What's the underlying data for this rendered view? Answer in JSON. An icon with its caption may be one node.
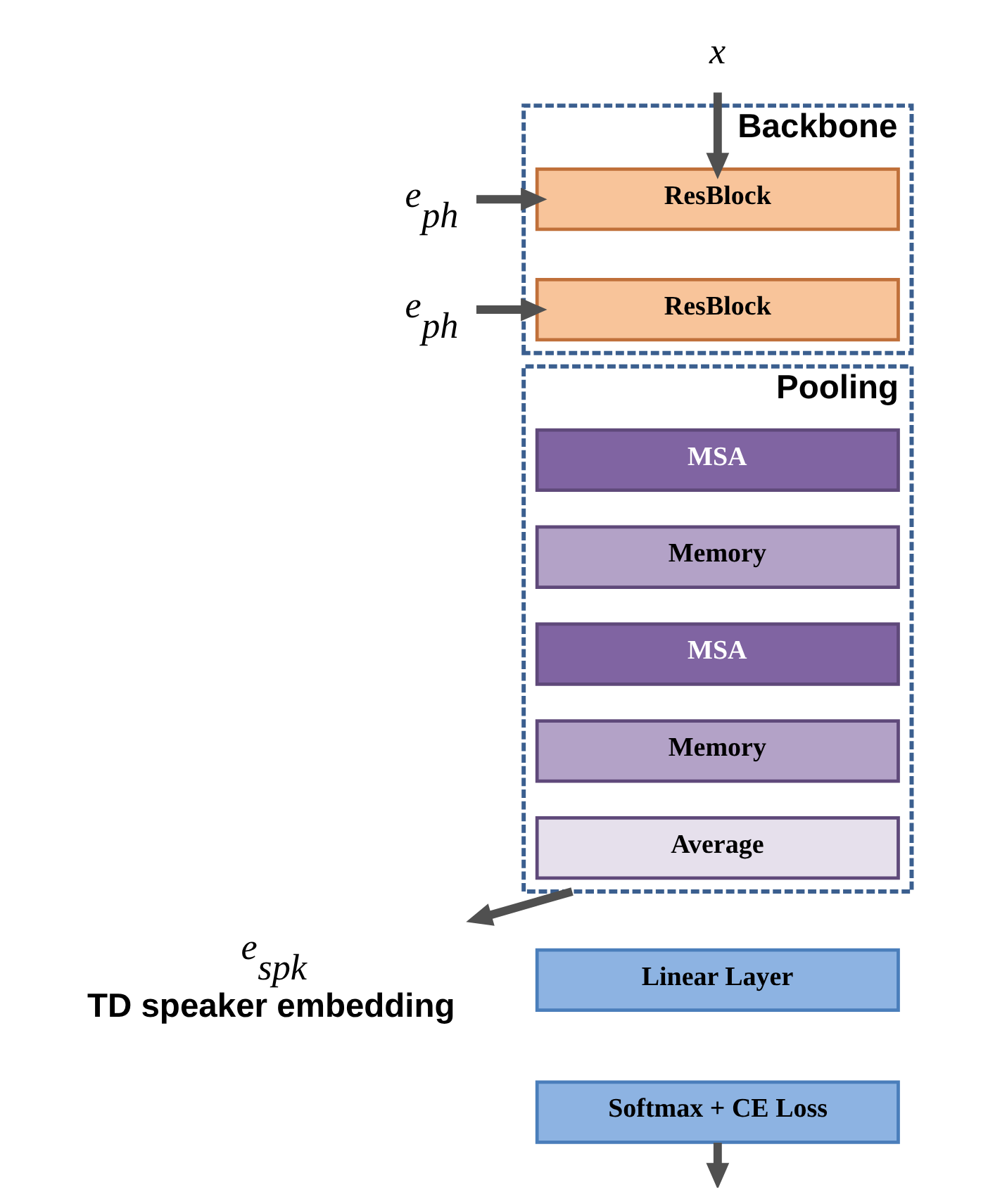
{
  "diagram": {
    "nodes": [
      {
        "text": [
          "Backbone"
        ]
      },
      {
        "text": [
          "ResBlock"
        ],
        "in": 0
      },
      {
        "text": [
          "ResBlock"
        ],
        "in": 0
      },
      {
        "text": [
          "Pooling"
        ]
      },
      {
        "text": [
          "MSA"
        ],
        "in": 3
      },
      {
        "text": [
          "Memory"
        ],
        "in": 3
      },
      {
        "text": [
          "MSA"
        ],
        "in": 3
      },
      {
        "text": [
          "Memory"
        ],
        "in": 3
      },
      {
        "text": [
          "Average"
        ],
        "in": 3
      },
      {
        "text": [
          "Linear Layer"
        ]
      },
      {
        "text": [
          "Softmax + CE Loss"
        ]
      },
      {
        "text": [
          "*x*"
        ]
      },
      {
        "text": [
          "*e*$_{ph}$"
        ]
      },
      {
        "text": [
          "*e*$_{ph}$"
        ]
      },
      {
        "text": [
          "*e*$_{spk}$"
        ],
        "beside": [
          "TD speaker embedding"
        ]
      }
    ],
    "edges": [
      {
        "from": 11,
        "to": 1,
        "arrow": "to"
      },
      {
        "from": 12,
        "to": 1,
        "arrow": "to"
      },
      {
        "from": 13,
        "to": 2,
        "arrow": "to"
      },
      {
        "from": 3,
        "to": 14,
        "arrow": "to"
      },
      {
        "from": 10,
        "to": null,
        "arrow": "to"
      }
    ]
  }
}
